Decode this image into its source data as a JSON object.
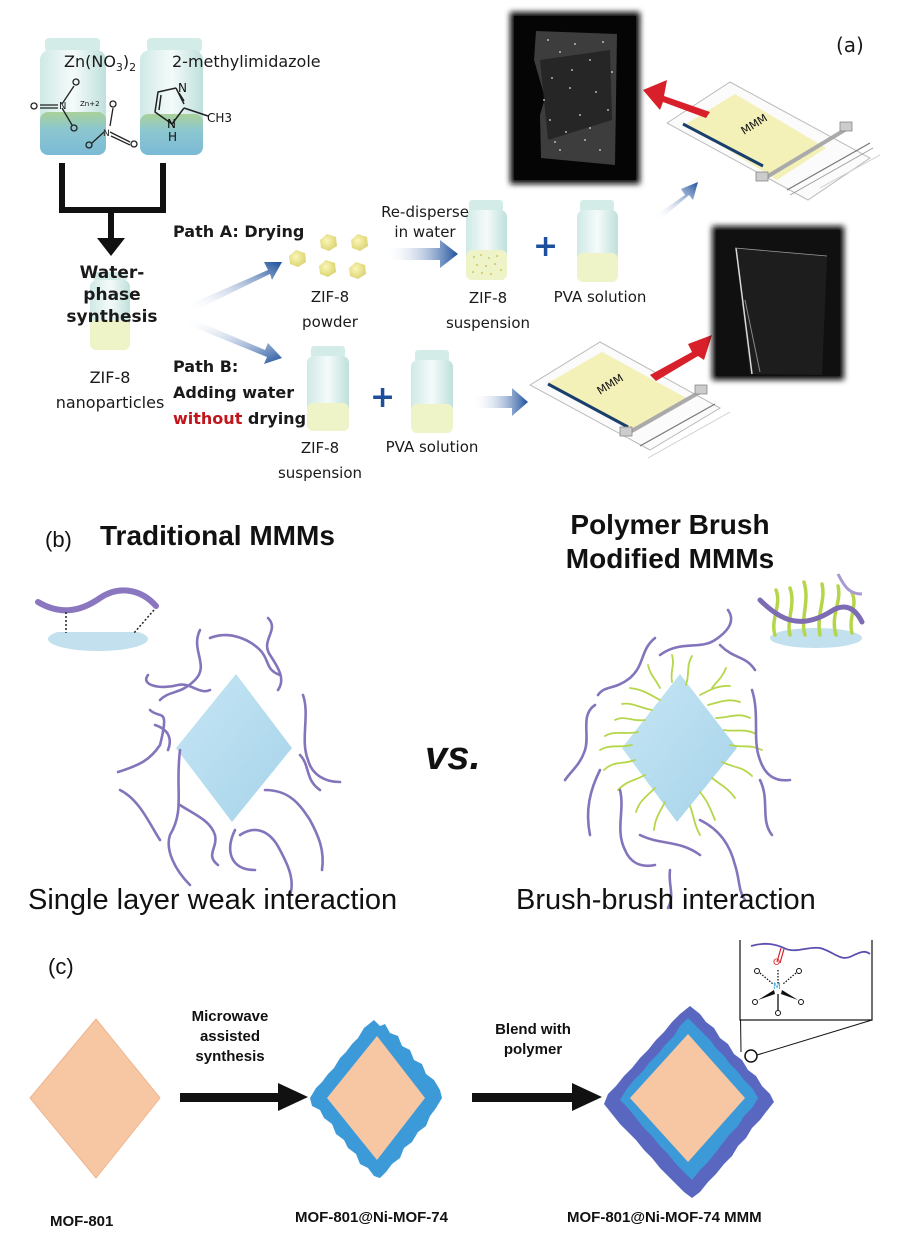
{
  "panel_a": {
    "label": "(a)",
    "reagent_1": {
      "prefix": "Zn(NO",
      "sub1": "3",
      "mid": ")",
      "sub2": "2"
    },
    "reagent_2": "2-methylimidazole",
    "chem_labels": {
      "zn_ion": "Zn+2",
      "imid_n": "N",
      "imid_nh": "N",
      "imid_h": "H",
      "methyl": "CH3"
    },
    "synthesis": {
      "line1": "Water-phase",
      "line2": "synthesis"
    },
    "nanoparticles": {
      "line1": "ZIF-8",
      "line2": "nanoparticles"
    },
    "path_a": {
      "title": "Path A: Drying",
      "powder": {
        "line1": "ZIF-8",
        "line2": "powder"
      },
      "redisperse": {
        "line1": "Re-disperse",
        "line2": "in water"
      },
      "suspension": {
        "line1": "ZIF-8",
        "line2": "suspension"
      },
      "pva": "PVA solution",
      "plus": "+",
      "membrane_label": "MMM"
    },
    "path_b": {
      "title_line1": "Path B:",
      "title_line2": "Adding water",
      "title_line3_red": "without",
      "title_line3_rest": " drying",
      "suspension": {
        "line1": "ZIF-8",
        "line2": "suspension"
      },
      "pva": "PVA solution",
      "plus": "+",
      "membrane_label": "MMM"
    },
    "colors": {
      "arrow_blue": "#1c4f9c",
      "arrow_red": "#d8202a",
      "membrane_yellow": "#f3f0b8",
      "vial_liquid": "#eef4c8",
      "zn_liquid": "#8cc7cf"
    }
  },
  "panel_b": {
    "label": "(b)",
    "left_title": "Traditional MMMs",
    "right_title_line1": "Polymer Brush",
    "right_title_line2": "Modified MMMs",
    "vs": "vs.",
    "left_caption": "Single layer weak interaction",
    "right_caption": "Brush-brush interaction",
    "colors": {
      "filler": "#b3dcef",
      "polymer": "#7d6bb3",
      "brush": "#b5d64a"
    }
  },
  "panel_c": {
    "label": "(c)",
    "step1_label": {
      "line1": "Microwave",
      "line2": "assisted",
      "line3": "synthesis"
    },
    "step2_label": {
      "line1": "Blend with",
      "line2": "polymer"
    },
    "item1": "MOF-801",
    "item2": "MOF-801@Ni-MOF-74",
    "item3": "MOF-801@Ni-MOF-74 MMM",
    "inset": {
      "metal": "M",
      "oxygen": "O"
    },
    "colors": {
      "core": "#f7c7a3",
      "shell": "#3d9ad9",
      "polymer": "#5a67c0"
    }
  }
}
